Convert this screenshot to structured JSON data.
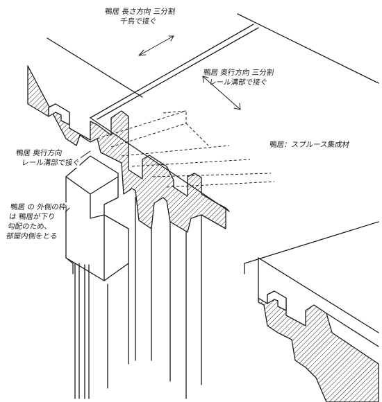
{
  "annotations": {
    "top_note": {
      "line1": "鴨居 長さ方向 三分割",
      "line2": "千鳥で接ぐ"
    },
    "right_note": {
      "line1": "鴨居 奥行方向 三分割",
      "line2": "レール溝部で接ぐ"
    },
    "material_note": {
      "text": "鴨居：スプルース集成材"
    },
    "left_note": {
      "line1": "鴨居 奥行方向",
      "line2": "レール溝部で接ぐ"
    },
    "lower_left_note": {
      "line1": "鴨居 の 外側の枠",
      "line2": "は 鴨居が下り",
      "line3": "勾配のため、",
      "line4": "部屋内側をとる"
    }
  }
}
